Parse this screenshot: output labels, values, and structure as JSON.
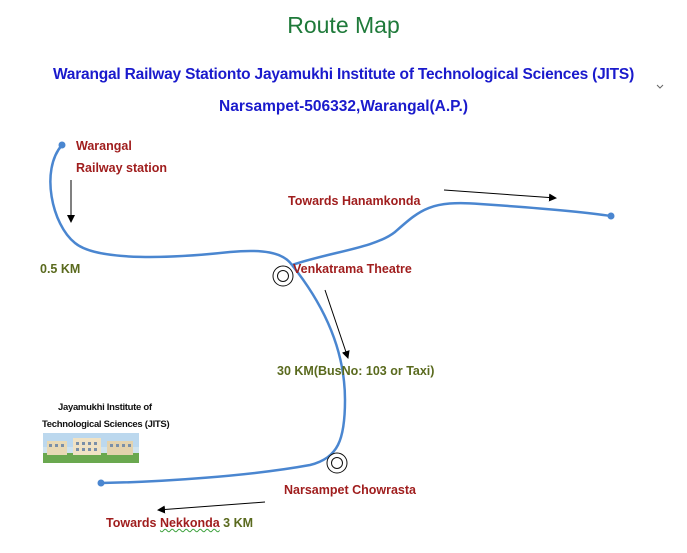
{
  "title": "Route Map",
  "subtitle1": "Warangal Railway Stationto Jayamukhi Institute of Technological Sciences (JITS)",
  "subtitle2": "Narsampet-506332,Warangal(A.P.)",
  "labels": {
    "warangal_line1": "Warangal",
    "warangal_line2": "Railway station",
    "towards_hanamkonda": "Towards Hanamkonda",
    "venkatrama_theatre": "Venkatrama Theatre",
    "distance_05": "0.5 KM",
    "distance_30": "30 KM(BusNo: 103 or Taxi)",
    "jits_line1": "Jayamukhi Institute of",
    "jits_line2": "Technological Sciences (JITS)",
    "narsampet_chowrasta": "Narsampet Chowrasta",
    "towards_prefix": "Towards ",
    "nekkonda": "Nekkonda",
    "nekkonda_distance": " 3 KM"
  },
  "colors": {
    "title": "#1f7a3a",
    "subtitle": "#1a1acc",
    "place_label": "#a01e1e",
    "distance_label": "#5a6a1e",
    "route_line": "#4a86d0"
  },
  "icons": [
    "landmark-circle-icon",
    "direction-arrow-icon",
    "route-endpoint-dot"
  ]
}
